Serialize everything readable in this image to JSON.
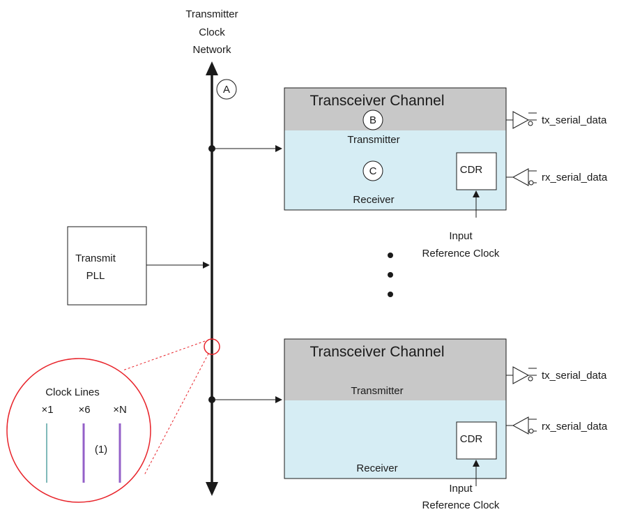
{
  "network": {
    "title_lines": [
      "Transmitter",
      "Clock",
      "Network"
    ],
    "marker": "A"
  },
  "pll": {
    "label_lines": [
      "Transmit",
      "PLL"
    ]
  },
  "channels": [
    {
      "title": "Transceiver Channel",
      "tx_label": "Transmitter",
      "tx_marker": "B",
      "rx_label": "Receiver",
      "rx_marker": "C",
      "cdr_label": "CDR",
      "tx_port": "tx_serial_data",
      "rx_port": "rx_serial_data",
      "refclk_lines": [
        "Input",
        "Reference Clock"
      ]
    },
    {
      "title": "Transceiver Channel",
      "tx_label": "Transmitter",
      "rx_label": "Receiver",
      "cdr_label": "CDR",
      "tx_port": "tx_serial_data",
      "rx_port": "rx_serial_data",
      "refclk_lines": [
        "Input",
        "Reference Clock"
      ]
    }
  ],
  "zoom": {
    "title": "Clock Lines",
    "line_labels": [
      "×1",
      "×6",
      "×N"
    ],
    "note": "(1)"
  },
  "colors": {
    "tx_fill": "#c8c8c8",
    "rx_fill": "#d6edf4",
    "zoom_outline": "#e8242b",
    "x1_line": "#2a8a8a",
    "x6_xn_line": "#9460c8"
  }
}
